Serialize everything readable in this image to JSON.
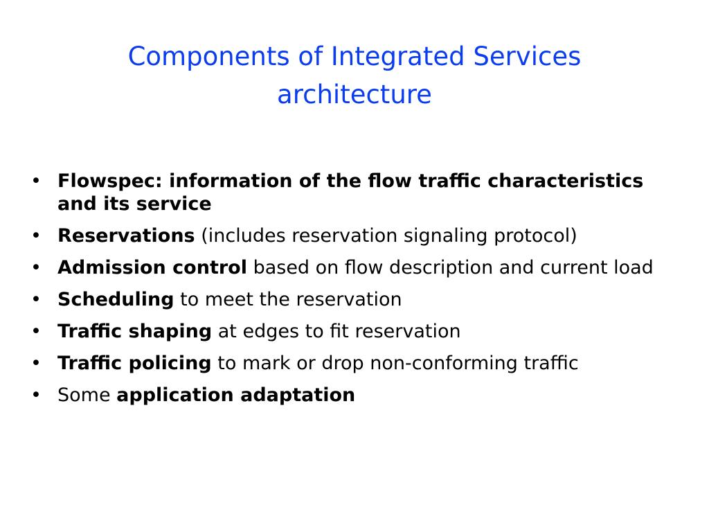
{
  "slide": {
    "title_line1": "Components of Integrated Services",
    "title_line2": "architecture",
    "bullet_symbol": "•",
    "items": [
      {
        "bold": "Flowspec: information of the flow traffic characteristics and its service",
        "rest": ""
      },
      {
        "bold": "Reservations",
        "rest": " (includes reservation signaling protocol)"
      },
      {
        "bold": "Admission control",
        "rest": " based on flow description and current load"
      },
      {
        "bold": "Scheduling",
        "rest": " to meet the reservation"
      },
      {
        "bold": "Traffic shaping",
        "rest": " at edges to fit reservation"
      },
      {
        "bold": "Traffic policing",
        "rest": " to mark or drop non-conforming traffic"
      },
      {
        "pre": "Some ",
        "bold": "application adaptation"
      }
    ]
  },
  "colors": {
    "title": "#0a3cf0",
    "text": "#000000",
    "background": "#ffffff"
  }
}
